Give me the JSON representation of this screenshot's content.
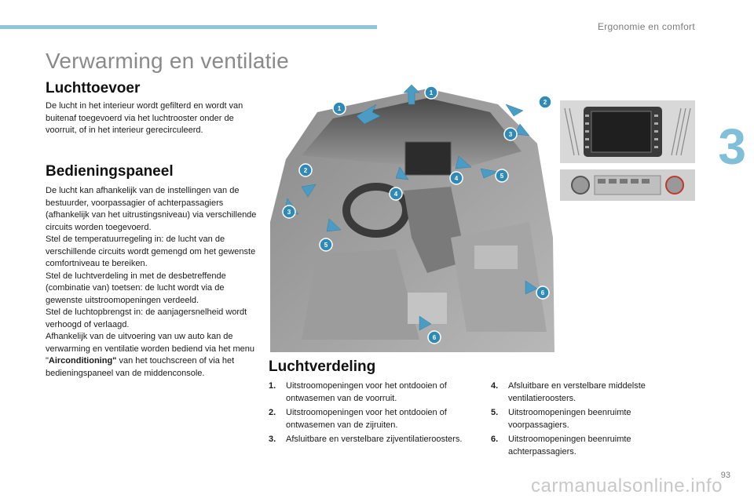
{
  "header": {
    "section_label": "Ergonomie en comfort",
    "chapter_number": "3",
    "accent_color": "#8fc6db"
  },
  "page_title": "Verwarming en ventilatie",
  "luchttoevoer": {
    "heading": "Luchttoevoer",
    "text": "De lucht in het interieur wordt gefilterd en wordt van buitenaf toegevoerd via het luchtrooster onder de voorruit, of in het interieur gerecirculeerd."
  },
  "bedieningspaneel": {
    "heading": "Bedieningspaneel",
    "text_1": "De lucht kan afhankelijk van de instellingen van de bestuurder, voorpassagier of achterpassagiers (afhankelijk van het uitrustingsniveau) via verschillende circuits worden toegevoerd.",
    "text_2": "Stel de temperatuurregeling in: de lucht van de verschillende circuits wordt gemengd om het gewenste comfortniveau te bereiken.",
    "text_3": "Stel de luchtverdeling in met de desbetreffende (combinatie van) toetsen: de lucht wordt via de gewenste uitstroomopeningen verdeeld.",
    "text_4": "Stel de luchtopbrengst in: de aanjagersnelheid wordt verhoogd of verlaagd.",
    "text_5a": "Afhankelijk van de uitvoering van uw auto kan de verwarming en ventilatie worden bediend via het menu \"",
    "text_5b": "Airconditioning\"",
    "text_5c": " van het touchscreen of via het bedieningspaneel van de middenconsole."
  },
  "luchtverdeling": {
    "heading": "Luchtverdeling",
    "items_left": [
      {
        "num": "1.",
        "text": "Uitstroomopeningen voor het ontdooien of ontwasemen van de voorruit."
      },
      {
        "num": "2.",
        "text": "Uitstroomopeningen voor het ontdooien of ontwasemen van de zijruiten."
      },
      {
        "num": "3.",
        "text": "Afsluitbare en verstelbare zijventilatieroosters."
      }
    ],
    "items_right": [
      {
        "num": "4.",
        "text": "Afsluitbare en verstelbare middelste ventilatieroosters."
      },
      {
        "num": "5.",
        "text": "Uitstroomopeningen beenruimte voorpassagiers."
      },
      {
        "num": "6.",
        "text": "Uitstroomopeningen beenruimte achterpassagiers."
      }
    ]
  },
  "illustration_callouts": [
    "1",
    "2",
    "2",
    "3",
    "3",
    "4",
    "4",
    "5",
    "5",
    "6",
    "6"
  ],
  "page_number": "93",
  "watermark": "carmanualsonline.info"
}
